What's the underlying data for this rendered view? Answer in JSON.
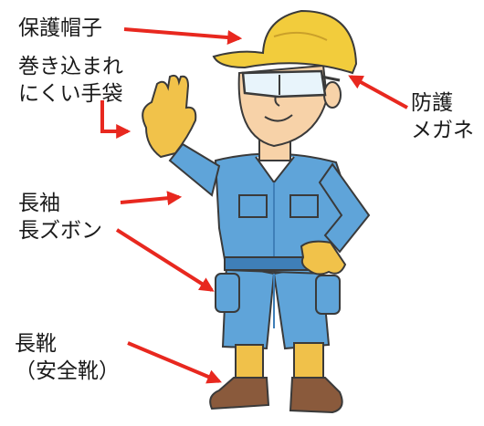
{
  "labels": {
    "hard_hat": "保護帽子",
    "gloves_line1": "巻き込まれ",
    "gloves_line2": "にくい手袋",
    "goggles_line1": "防護",
    "goggles_line2": "メガネ",
    "sleeves_line1": "長袖",
    "sleeves_line2": "長ズボン",
    "boots_line1": "長靴",
    "boots_line2": "（安全靴）"
  },
  "colors": {
    "arrow": "#e8281f",
    "workwear": "#5fa4d9",
    "workwear_dark": "#3f7fb8",
    "hat": "#f2cc3c",
    "glove": "#f1c24a",
    "skin": "#f7d2a8",
    "boot": "#8a5a3c",
    "sock": "#f0c14a",
    "outline": "#3a3a3a"
  }
}
